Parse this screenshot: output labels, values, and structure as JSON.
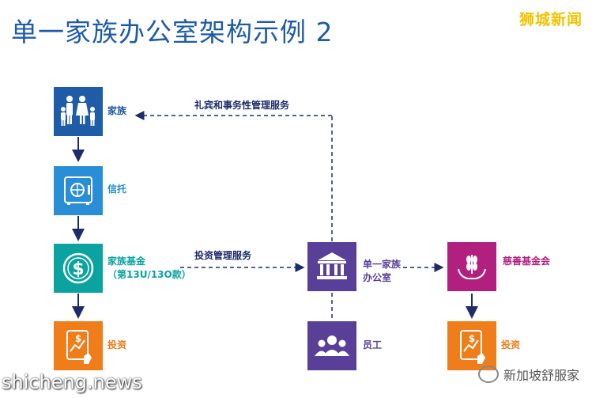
{
  "title": "单一家族办公室架构示例 2",
  "brand": "狮城新闻",
  "nodes": {
    "family": {
      "label": "家族",
      "icon": "family-icon",
      "color": "#1e5ca8"
    },
    "trust": {
      "label": "信托",
      "icon": "safe-icon",
      "color": "#2a8ed6"
    },
    "fund": {
      "label_line1": "家族基金",
      "label_line2": "（第13U/13O款）",
      "icon": "dollar-coin-icon",
      "color": "#0aa3a0"
    },
    "invest_left": {
      "label": "投资",
      "icon": "investment-chart-icon",
      "color": "#ee7d1a"
    },
    "office": {
      "label_line1": "单一家族",
      "label_line2": "办公室",
      "icon": "bank-building-icon",
      "color": "#5a3f98"
    },
    "staff": {
      "label": "员工",
      "icon": "people-icon",
      "color": "#5a3f98"
    },
    "charity": {
      "label": "慈善基金会",
      "icon": "charity-hands-icon",
      "color": "#b2207f"
    },
    "invest_right": {
      "label": "投资",
      "icon": "investment-chart-icon",
      "color": "#ee7d1a"
    }
  },
  "links": {
    "concierge": "礼宾和事务性管理服务",
    "investment_mgmt": "投资管理服务"
  },
  "watermarks": {
    "left": "shicheng.news",
    "right": "新加坡舒服家"
  }
}
